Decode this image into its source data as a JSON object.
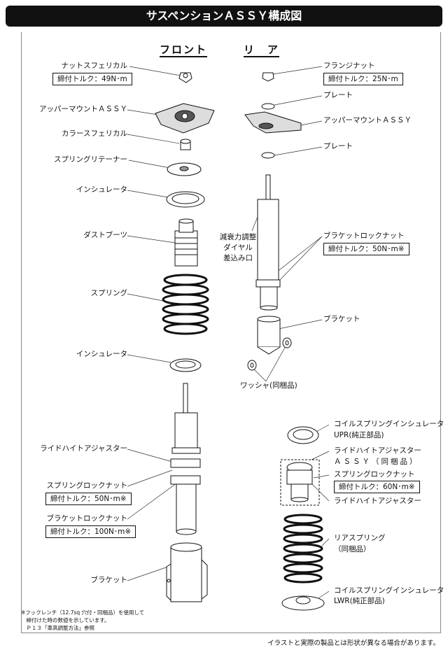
{
  "title": "サスペンションＡＳＳＹ構成図",
  "headings": {
    "front": "フロント",
    "rear": "リ　ア"
  },
  "front": {
    "nut_spherical": "ナットスフェリカル",
    "nut_torque": "締付トルク：49N･m",
    "upper_mount": "アッパーマウントＡＳＳＹ",
    "collar_spherical": "カラースフェリカル",
    "spring_retainer": "スプリングリテーナー",
    "insulator_upper": "インシュレータ",
    "dust_boot": "ダストブーツ",
    "spring": "スプリング",
    "insulator_lower": "インシュレータ",
    "ride_height_adjuster": "ライドハイトアジャスター",
    "spring_lock_nut": "スプリングロックナット",
    "spring_lock_torque": "締付トルク：50N･m※",
    "bracket_lock_nut": "ブラケットロックナット",
    "bracket_lock_torque": "締付トルク：100N･m※",
    "bracket": "ブラケット"
  },
  "rear": {
    "flange_nut": "フランジナット",
    "flange_torque": "締付トルク：25N･m",
    "plate_upper": "プレート",
    "upper_mount": "アッパーマウントＡＳＳＹ",
    "plate_lower": "プレート",
    "damping_dial": [
      "減衰力調整",
      "ダイヤル",
      "差込み口"
    ],
    "bracket_lock_nut": "ブラケットロックナット",
    "bracket_lock_torque": "締付トルク：50N･m※",
    "bracket": "ブラケット",
    "washer": "ワッシャ(同梱品)",
    "insulator_upr": [
      "コイルスプリングインシュレータ",
      "UPR(純正部品)"
    ],
    "adjuster_assy": [
      "ライドハイトアジャスター",
      "ＡＳＳＹ（同梱品）"
    ],
    "spring_lock_nut": "スプリングロックナット",
    "spring_lock_torque": "締付トルク：60N･m※",
    "ride_height_adjuster": "ライドハイトアジャスター",
    "rear_spring": [
      "リアスプリング",
      "（同梱品）"
    ],
    "insulator_lwr": [
      "コイルスプリングインシュレータ",
      "LWR(純正部品)"
    ]
  },
  "notes": [
    "※フックレンチ（12.7sq 穴付・同梱品）を使用して",
    "　締付けた時の数値を示しています。",
    "　Ｐ１３「車高調整方法」参照"
  ],
  "footer": "イラストと実際の製品とは形状が異なる場合があります。"
}
